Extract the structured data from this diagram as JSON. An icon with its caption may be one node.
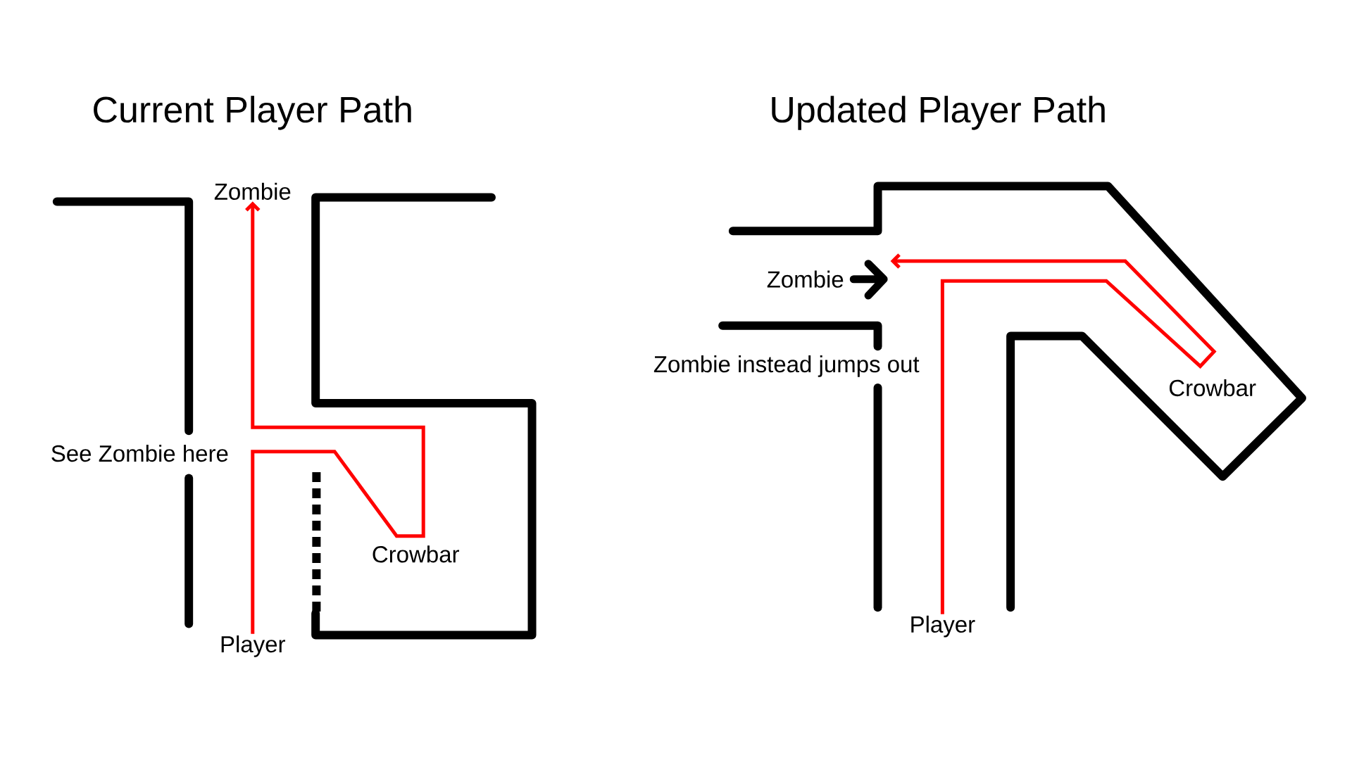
{
  "diagram": {
    "nodes": [
      {
        "text": [
          "Zombie"
        ]
      },
      {
        "text": [
          "Player"
        ]
      },
      {
        "text": [
          "Zombie"
        ]
      },
      {
        "text": [
          "Player"
        ]
      }
    ],
    "edges": [
      {
        "from": 1,
        "to": 0,
        "arrow": "to"
      },
      {
        "from": 3,
        "to": 2,
        "arrow": "to"
      }
    ],
    "labels": [
      "Current Player Path",
      "See Zombie here",
      "Crowbar",
      "Updated Player Path",
      "Zombie instead jumps out",
      "Crowbar"
    ]
  }
}
